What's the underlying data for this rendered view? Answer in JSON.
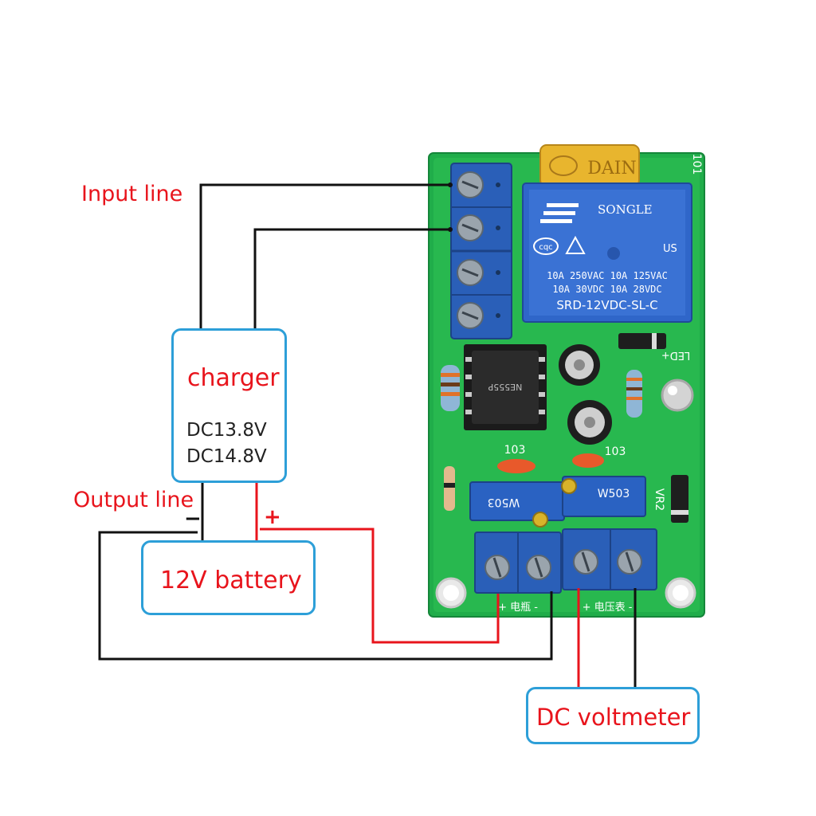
{
  "labels": {
    "input_line": "Input line",
    "output_line": "Output line",
    "minus_sign": "−",
    "plus_sign": "+"
  },
  "boxes": {
    "charger": {
      "title": "charger",
      "line1": "DC13.8V",
      "line2": "DC14.8V"
    },
    "battery": {
      "title": "12V battery"
    },
    "voltmeter": {
      "title": "DC voltmeter"
    }
  },
  "board": {
    "relay_brand": "SONGLE",
    "relay_rating_1": "10A 250VAC  10A 125VAC",
    "relay_rating_2": "10A  30VDC  10A  28VDC",
    "relay_model": "SRD-12VDC-SL-C",
    "relay_mark": "cqc",
    "ul_mark": "US",
    "capacitor_brand": "DAIN",
    "chip_label": "NE555P",
    "pot_label_1": "W503",
    "pot_label_2": "W503",
    "cap_code_1": "103",
    "cap_code_2": "103",
    "silk_led": "LED+",
    "silk_vr2": "VR2",
    "silk_side": "101",
    "silk_battery": "+ 电瓶 -",
    "silk_voltmeter": "+ 电压表 -"
  },
  "colors": {
    "wire_black": "#111111",
    "wire_red": "#e8141c",
    "box_border": "#2d9fd8",
    "label_red": "#e8141c",
    "pcb_green": "#22b14c",
    "terminal_blue": "#2a5fb8",
    "relay_blue": "#2f66c9",
    "capacitor_yellow": "#e8b52e"
  }
}
